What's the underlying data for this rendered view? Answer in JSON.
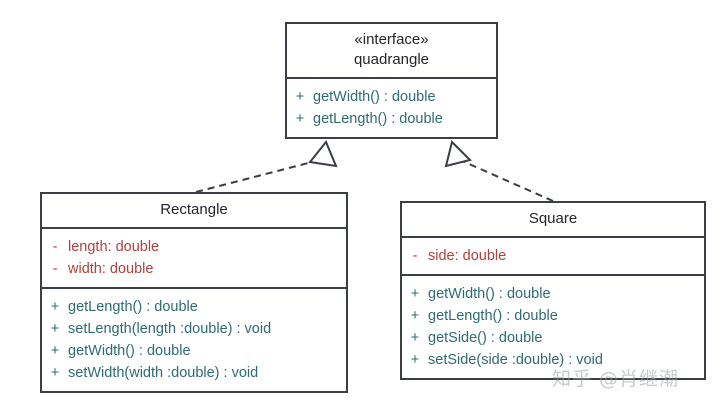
{
  "diagram": {
    "type": "uml-class-diagram",
    "background": "#ffffff",
    "border_color": "#3a3f46",
    "attribute_color": "#b4403a",
    "method_color": "#2e6b71",
    "title_color": "#222428",
    "relationship": "realization"
  },
  "interface": {
    "stereotype": "«interface»",
    "name": "quadrangle",
    "attributes": [],
    "methods": [
      {
        "visibility": "+",
        "signature": "getWidth() : double"
      },
      {
        "visibility": "+",
        "signature": "getLength() : double"
      }
    ]
  },
  "rectangle": {
    "name": "Rectangle",
    "attributes": [
      {
        "visibility": "-",
        "signature": "length: double"
      },
      {
        "visibility": "-",
        "signature": "width: double"
      }
    ],
    "methods": [
      {
        "visibility": "+",
        "signature": "getLength() : double"
      },
      {
        "visibility": "+",
        "signature": "setLength(length :double) : void"
      },
      {
        "visibility": "+",
        "signature": "getWidth() : double"
      },
      {
        "visibility": "+",
        "signature": "setWidth(width :double) : void"
      }
    ]
  },
  "square": {
    "name": "Square",
    "attributes": [
      {
        "visibility": "-",
        "signature": "side: double"
      }
    ],
    "methods": [
      {
        "visibility": "+",
        "signature": "getWidth() : double"
      },
      {
        "visibility": "+",
        "signature": "getLength() : double"
      },
      {
        "visibility": "+",
        "signature": "getSide() : double"
      },
      {
        "visibility": "+",
        "signature": "setSide(side :double) : void"
      }
    ]
  },
  "watermark": {
    "text": "知乎 @肖继潮"
  }
}
